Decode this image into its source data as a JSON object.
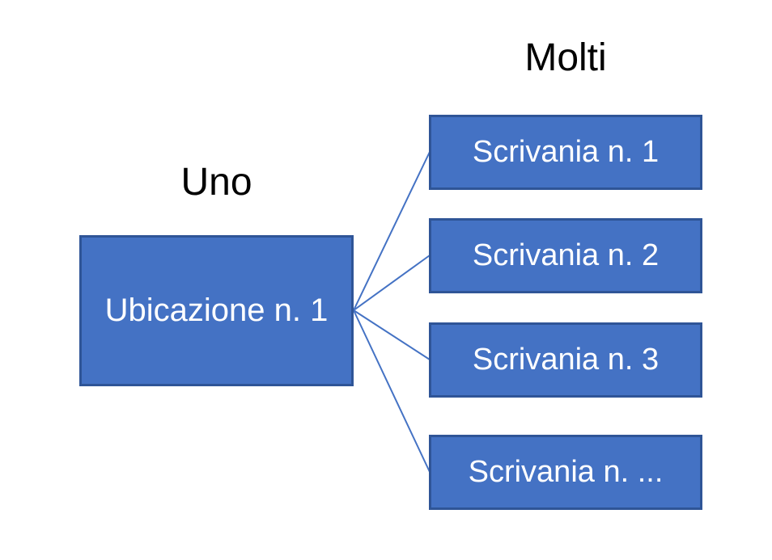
{
  "diagram": {
    "type": "one-to-many-relationship",
    "one_label": "Uno",
    "many_label": "Molti",
    "source": {
      "label": "Ubicazione n. 1"
    },
    "targets": [
      {
        "label": "Scrivania n. 1"
      },
      {
        "label": "Scrivania n. 2"
      },
      {
        "label": "Scrivania n. 3"
      },
      {
        "label": "Scrivania n. ..."
      }
    ],
    "colors": {
      "box_fill": "#4472C4",
      "box_border": "#2F5597",
      "connector": "#4472C4",
      "box_text": "#FFFFFF",
      "label_text": "#000000"
    }
  }
}
